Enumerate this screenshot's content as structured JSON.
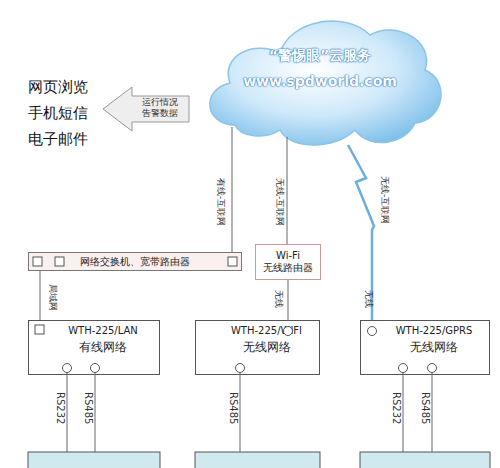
{
  "diagram": {
    "nodes": [
      {
        "text": [
          "“警惕眼”云服务",
          "www.spdworld.com"
        ]
      },
      {
        "text": [
          "运行情况 告警数据"
        ]
      },
      {
        "text": [
          "网络交换机、宽带路由器"
        ]
      },
      {
        "text": [
          "Wi-Fi 无线路由器"
        ]
      },
      {
        "text": [
          "WTH-225/LAN",
          "有线网络"
        ]
      },
      {
        "text": [
          "WTH-225/WIFI",
          "无线网络"
        ]
      },
      {
        "text": [
          "WTH-225/GPRS",
          "无线网络"
        ]
      }
    ],
    "edges": [
      {
        "from": 0,
        "to": 2,
        "arrow": "none",
        "label": "有线-互联网"
      },
      {
        "from": 0,
        "to": 3,
        "arrow": "none",
        "label": "无线-互联网"
      },
      {
        "from": 0,
        "to": 6,
        "arrow": "none",
        "label": "无线-互联网"
      },
      {
        "from": 2,
        "to": 4,
        "arrow": "none",
        "label": "局域网"
      },
      {
        "from": 3,
        "to": 5,
        "arrow": "none",
        "label": "无线"
      }
    ],
    "labels": [
      "网页浏览",
      "手机短信",
      "电子邮件",
      "无线",
      "RS232",
      "RS485",
      "RS485",
      "RS232",
      "RS485"
    ]
  }
}
